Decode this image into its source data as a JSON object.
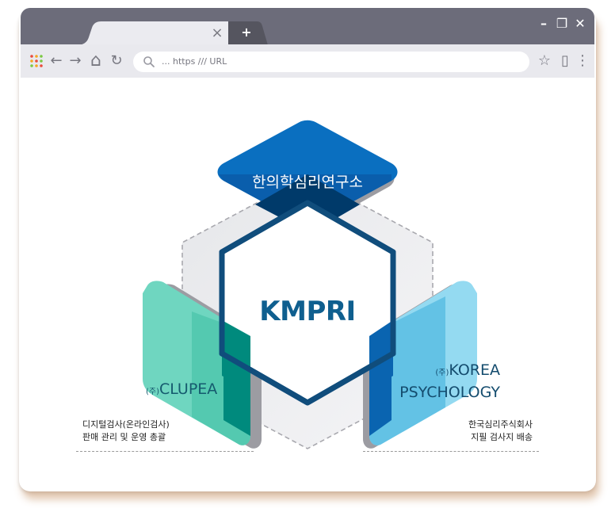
{
  "browser": {
    "tab_close": "×",
    "new_tab": "+",
    "window_controls": {
      "minimize": "–",
      "restore": "❐",
      "close": "✕"
    },
    "nav": {
      "back": "←",
      "forward": "→",
      "home": "⌂",
      "reload": "↻"
    },
    "address": {
      "url": "... https /// URL"
    },
    "toolbar_right": {
      "bookmark": "☆",
      "page": "▯",
      "menu": "⋮"
    },
    "colors": {
      "titlebar": "#6c6c7a",
      "toolbar": "#e9e9ee"
    }
  },
  "diagram": {
    "center": {
      "title": "KMPRI"
    },
    "top": {
      "title": "한의학심리연구소"
    },
    "left": {
      "prefix": "(주)",
      "title": "CLUPEA",
      "desc_line1": "디지털검사(온라인검사)",
      "desc_line2": "판매 관리 및 운영 총괄"
    },
    "right": {
      "prefix": "(주)",
      "title_line1": "KOREA",
      "title_line2": "PSYCHOLOGY",
      "desc_line1": "한국심리주식회사",
      "desc_line2": "지필 검사지 배송"
    },
    "colors": {
      "top_blue": "#0a6fc0",
      "left_green": "#62d3bd",
      "right_blue": "#8fd8f0",
      "hex_outline": "#0f4f7e",
      "center_text": "#0f5f8f"
    }
  }
}
